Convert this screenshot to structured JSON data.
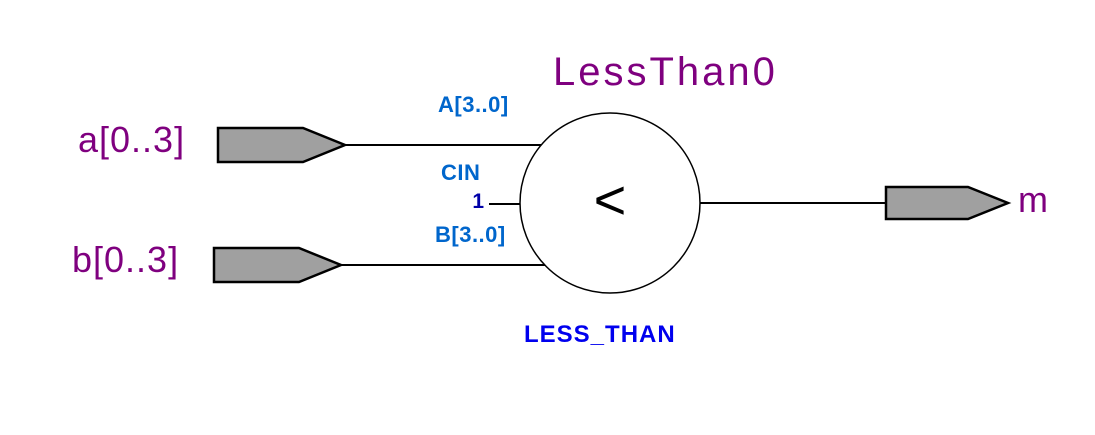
{
  "schematic": {
    "instance_name": "LessThan0",
    "component": {
      "type_label": "LESS_THAN",
      "operator": "<"
    },
    "ports": {
      "a": "A[3..0]",
      "cin": "CIN",
      "cin_value": "1",
      "b": "B[3..0]"
    },
    "pins": {
      "input_a": "a[0..3]",
      "input_b": "b[0..3]",
      "output": "m"
    },
    "colors": {
      "pin_label": "#7F007F",
      "port_label": "#0066CC",
      "type_label": "#0000EE",
      "connector_fill": "#A0A0A0",
      "wire": "#000000",
      "symbol_outline": "#000000"
    }
  }
}
